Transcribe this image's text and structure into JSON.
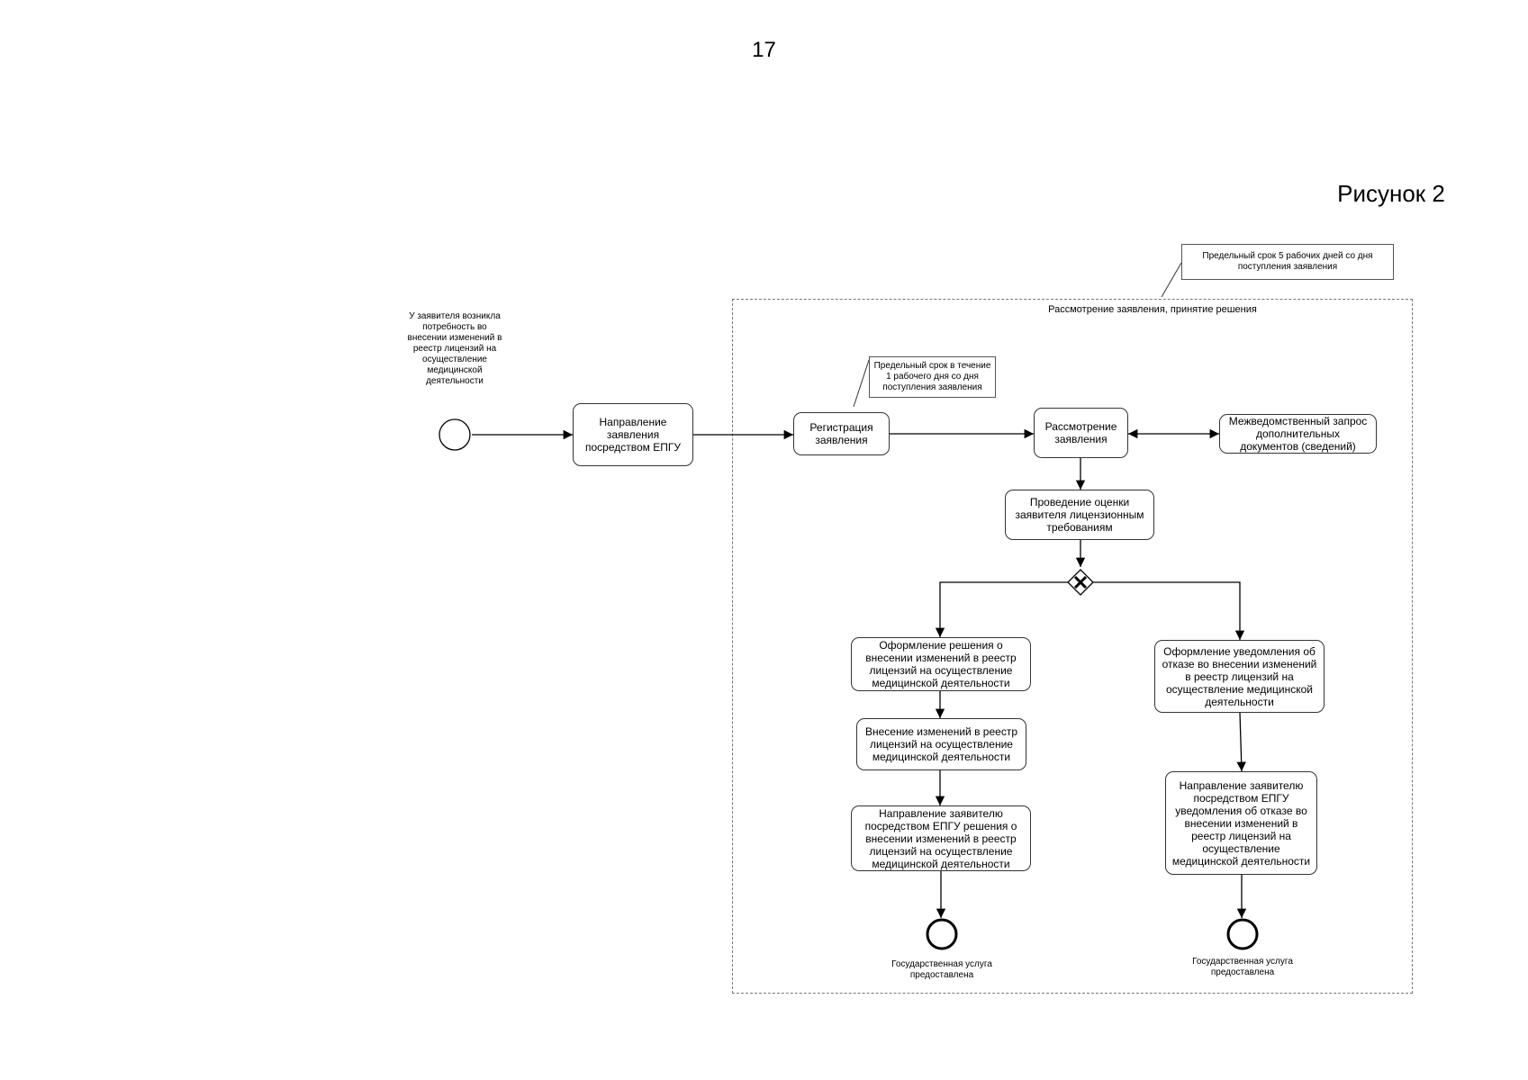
{
  "page_number": "17",
  "figure_label": "Рисунок 2",
  "frame_title": "Рассмотрение заявления, принятие решения",
  "notes": {
    "frame_deadline": "Предельный срок 5 рабочих дней со дня поступления заявления",
    "registration_deadline": "Предельный срок в течение 1 рабочего дня со дня поступления заявления"
  },
  "start_event_label": "У заявителя возникла потребность во внесении изменений в реестр лицензий на осуществление медицинской деятельности",
  "tasks": {
    "send_application": "Направление заявления посредством ЕПГУ",
    "registration": "Регистрация заявления",
    "review": "Рассмотрение заявления",
    "interagency_request": "Межведомственный запрос дополнительных документов (сведений)",
    "assessment": "Проведение оценки заявителя лицензионным требованиям",
    "decision_making": "Оформление решения о внесении изменений в реестр лицензий на осуществление медицинской деятельности",
    "register_changes": "Внесение изменений в реестр лицензий на осуществление медицинской деятельности",
    "send_decision": "Направление заявителю посредством ЕПГУ решения о внесении изменений в реестр лицензий на осуществление медицинской деятельности",
    "refusal_notice": "Оформление уведомления об отказе во внесении изменений в реестр лицензий на осуществление медицинской деятельности",
    "send_refusal": "Направление заявителю посредством ЕПГУ уведомления об отказе во внесении изменений в реестр лицензий на осуществление медицинской деятельности"
  },
  "end_events": {
    "left": "Государственная услуга предоставлена",
    "right": "Государственная услуга предоставлена"
  }
}
